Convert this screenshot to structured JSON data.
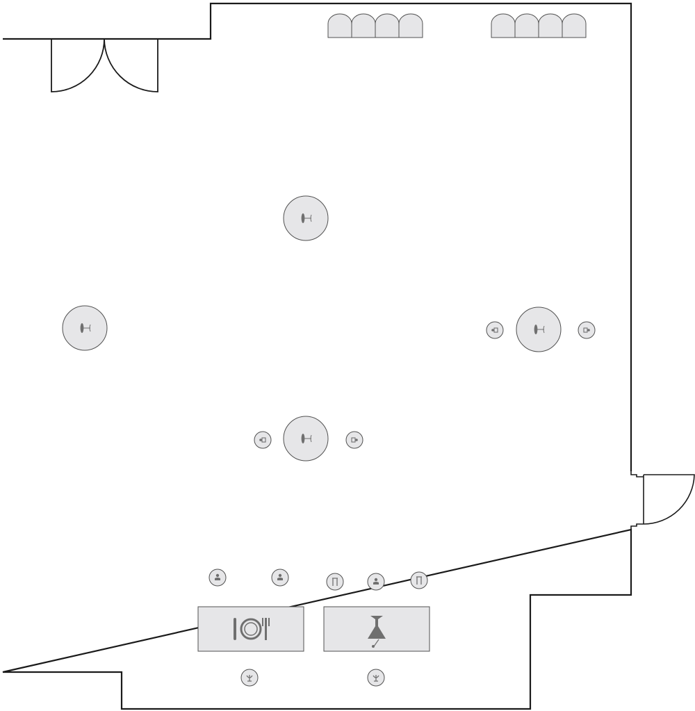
{
  "colors": {
    "background": "#ffffff",
    "wall": "#1a1a1a",
    "furniture_fill": "#e6e6e8",
    "furniture_stroke": "#505050",
    "icon": "#6f6f6f"
  },
  "plan": {
    "exterior_doors": [
      {
        "type": "double-swing",
        "wall": "top",
        "name": "main-entrance-double-door"
      },
      {
        "type": "single-swing",
        "wall": "right",
        "name": "side-entrance-door"
      }
    ],
    "sofa_groups": [
      {
        "name": "lounge-sofa-left",
        "seats": 4
      },
      {
        "name": "lounge-sofa-right",
        "seats": 4
      }
    ],
    "cocktail_tables": [
      {
        "name": "cocktail-table-top",
        "icon": "cocktail-glass-icon"
      },
      {
        "name": "cocktail-table-left",
        "icon": "cocktail-glass-icon"
      },
      {
        "name": "cocktail-table-right",
        "icon": "cocktail-glass-icon"
      },
      {
        "name": "cocktail-table-center",
        "icon": "cocktail-glass-icon"
      }
    ],
    "stations": [
      {
        "name": "buffet-station",
        "icon": "plate-fork-knife-icon"
      },
      {
        "name": "bar-station",
        "icon": "martini-glass-icon"
      }
    ],
    "staff_markers": [
      {
        "name": "waiter-marker",
        "icon": "waiter-icon"
      },
      {
        "name": "cook-marker",
        "icon": "chef-icon"
      },
      {
        "name": "bartender-marker",
        "icon": "bartender-icon"
      },
      {
        "name": "stool-marker",
        "icon": "bar-stool-icon"
      },
      {
        "name": "candelabra-marker",
        "icon": "candelabra-icon"
      },
      {
        "name": "speaker-marker",
        "icon": "speaker-icon"
      }
    ]
  }
}
